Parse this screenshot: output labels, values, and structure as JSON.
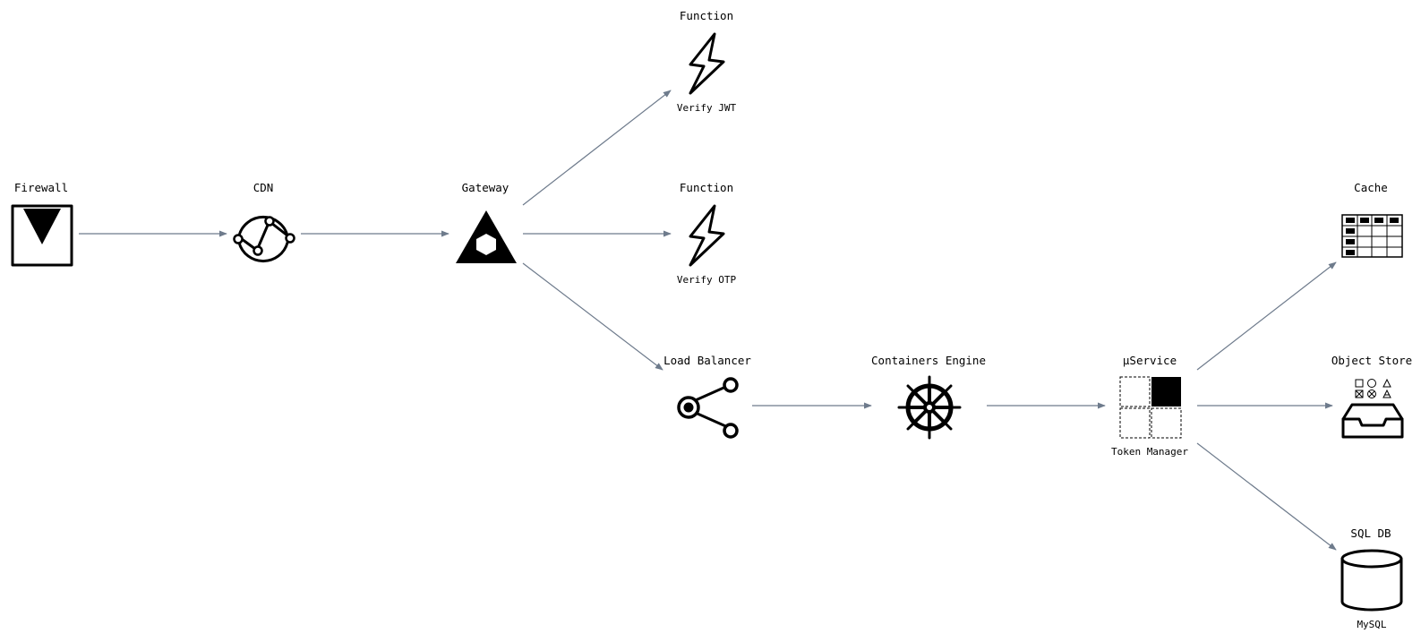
{
  "diagram": {
    "nodes": [
      {
        "id": "firewall",
        "label": "Firewall",
        "sublabel": "",
        "icon": "firewall-icon"
      },
      {
        "id": "cdn",
        "label": "CDN",
        "sublabel": "",
        "icon": "cdn-icon"
      },
      {
        "id": "gateway",
        "label": "Gateway",
        "sublabel": "",
        "icon": "gateway-icon"
      },
      {
        "id": "fn_jwt",
        "label": "Function",
        "sublabel": "Verify JWT",
        "icon": "lightning-icon"
      },
      {
        "id": "fn_otp",
        "label": "Function",
        "sublabel": "Verify OTP",
        "icon": "lightning-icon"
      },
      {
        "id": "lb",
        "label": "Load Balancer",
        "sublabel": "",
        "icon": "share-icon"
      },
      {
        "id": "containers",
        "label": "Containers Engine",
        "sublabel": "",
        "icon": "helm-wheel-icon"
      },
      {
        "id": "service",
        "label": "µService",
        "sublabel": "Token Manager",
        "icon": "microservice-grid-icon"
      },
      {
        "id": "cache",
        "label": "Cache",
        "sublabel": "",
        "icon": "table-icon"
      },
      {
        "id": "objstore",
        "label": "Object Store",
        "sublabel": "",
        "icon": "inbox-shapes-icon"
      },
      {
        "id": "sqldb",
        "label": "SQL DB",
        "sublabel": "MySQL",
        "icon": "cylinder-icon"
      }
    ],
    "edges": [
      {
        "from": "firewall",
        "to": "cdn"
      },
      {
        "from": "cdn",
        "to": "gateway"
      },
      {
        "from": "gateway",
        "to": "fn_jwt"
      },
      {
        "from": "gateway",
        "to": "fn_otp"
      },
      {
        "from": "gateway",
        "to": "lb"
      },
      {
        "from": "lb",
        "to": "containers"
      },
      {
        "from": "containers",
        "to": "service"
      },
      {
        "from": "service",
        "to": "cache"
      },
      {
        "from": "service",
        "to": "objstore"
      },
      {
        "from": "service",
        "to": "sqldb"
      }
    ],
    "edge_color": "#6e7b8c",
    "icon_color": "#000000"
  }
}
